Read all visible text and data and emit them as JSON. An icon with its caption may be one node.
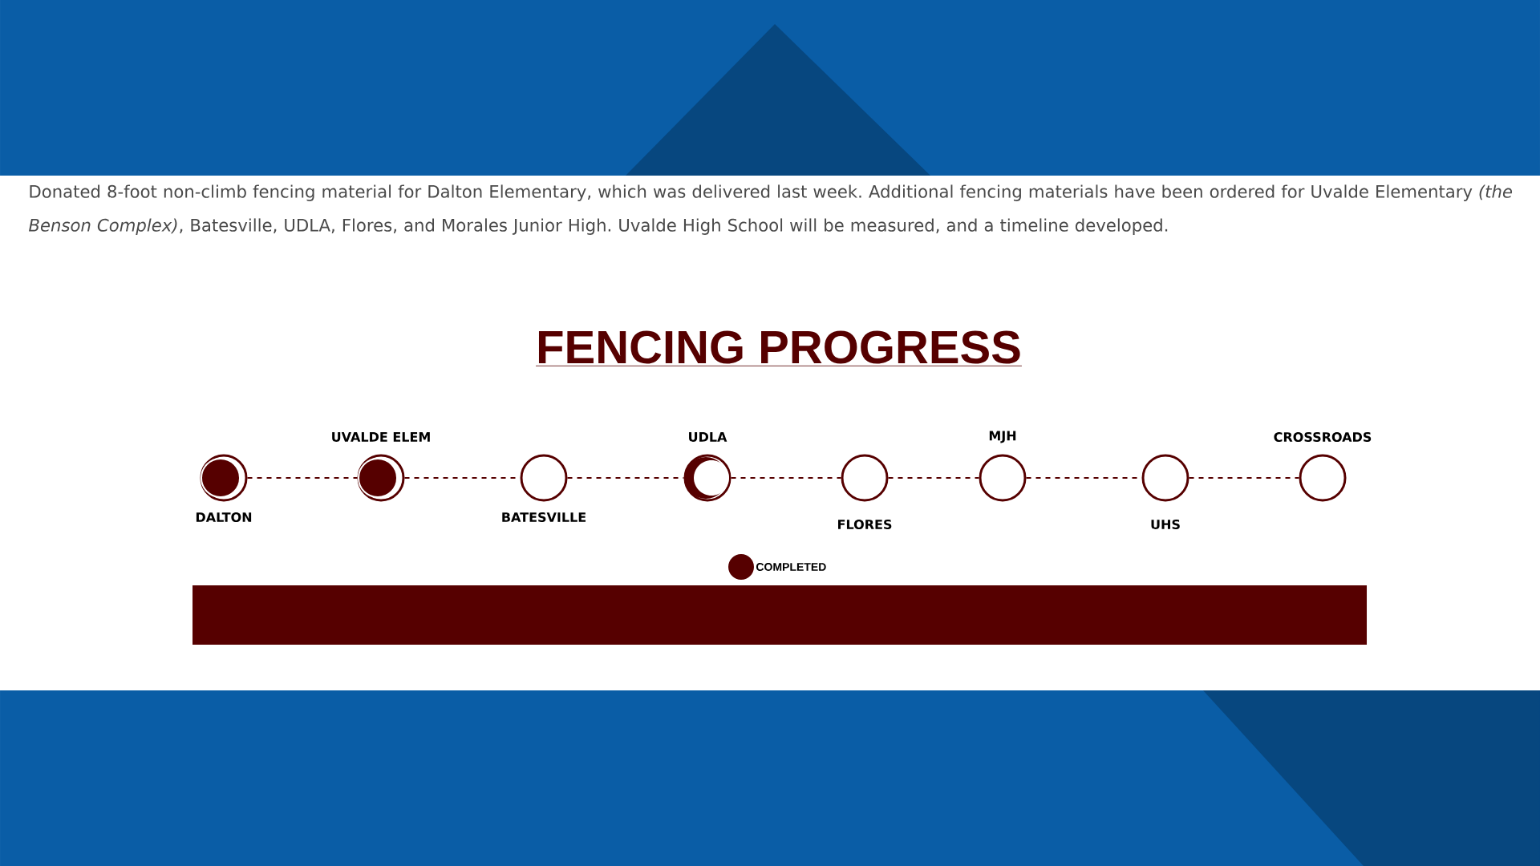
{
  "diagram": {
    "title": "FENCING PROGRESS",
    "caption": "Donated 8-foot non-climb fencing material for Dalton Elementary, which was delivered last week. Additional fencing materials have been ordered for Uvalde Elementary *(the Benson Complex)*, Batesville, UDLA, Flores, and Morales Junior High. Uvalde High School will be measured, and a timeline developed.",
    "nodes": [
      {
        "text": [
          "DALTON"
        ]
      },
      {
        "text": [
          "UVALDE ELEM"
        ]
      },
      {
        "text": [
          "BATESVILLE"
        ]
      },
      {
        "text": [
          "UDLA"
        ]
      },
      {
        "text": [
          "FLORES"
        ]
      },
      {
        "text": [
          "MJH"
        ]
      },
      {
        "text": [
          "UHS"
        ]
      },
      {
        "text": [
          "CROSSROADS"
        ]
      },
      {
        "text": [],
        "shape": "bar"
      }
    ],
    "edges": [
      {
        "from": 0,
        "to": 1,
        "arrow": "none",
        "style": "dashed"
      },
      {
        "from": 1,
        "to": 2,
        "arrow": "none",
        "style": "dashed"
      },
      {
        "from": 2,
        "to": 3,
        "arrow": "none",
        "style": "dashed"
      },
      {
        "from": 3,
        "to": 4,
        "arrow": "none",
        "style": "dashed"
      },
      {
        "from": 4,
        "to": 5,
        "arrow": "none",
        "style": "dashed"
      },
      {
        "from": 5,
        "to": 6,
        "arrow": "none",
        "style": "dashed"
      },
      {
        "from": 6,
        "to": 7,
        "arrow": "none",
        "style": "dashed"
      }
    ],
    "legend": [
      {
        "text": "COMPLETED",
        "color": "#560000"
      }
    ]
  }
}
